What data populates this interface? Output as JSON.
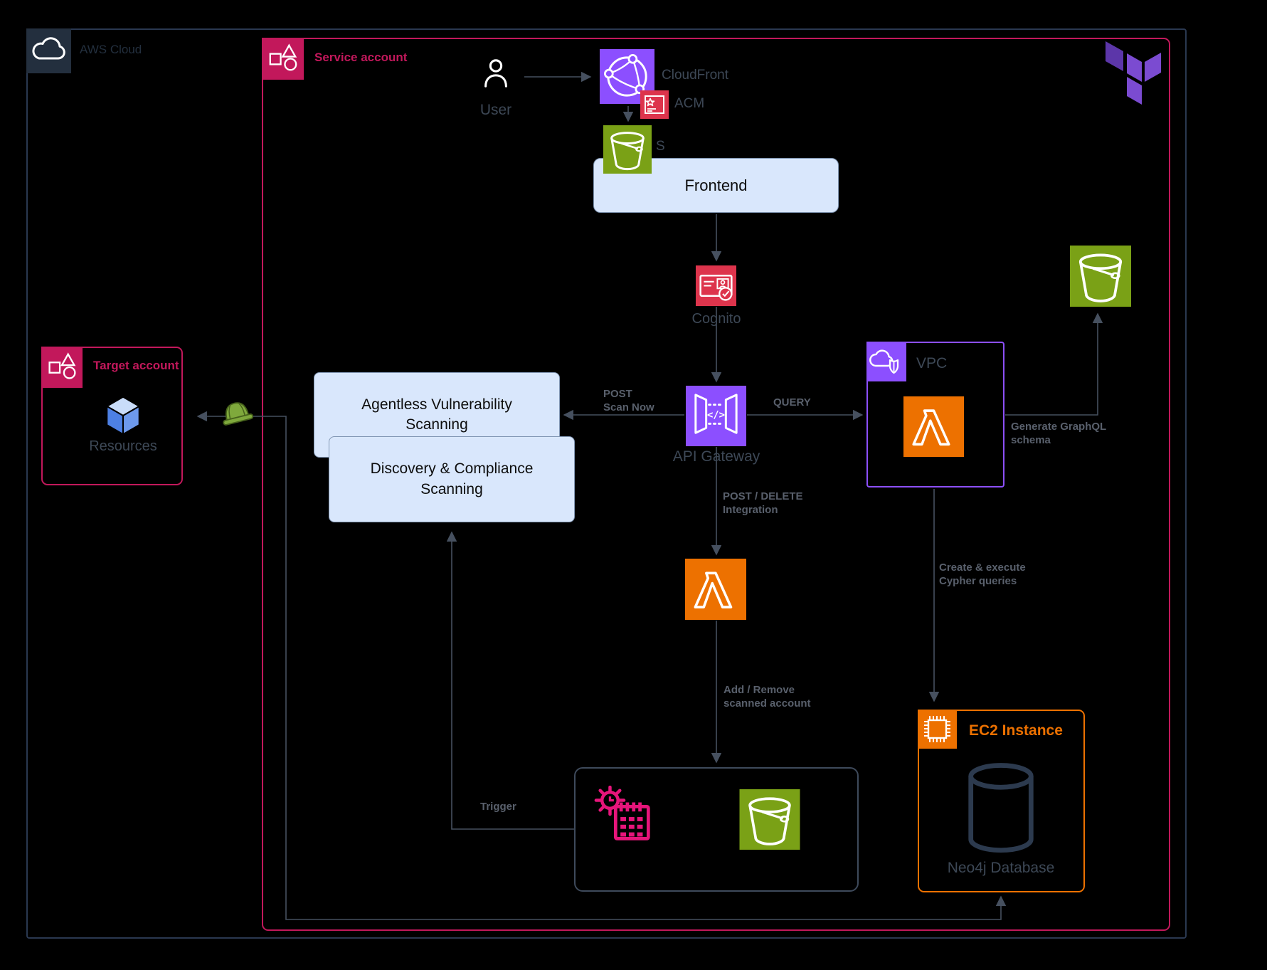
{
  "groups": {
    "aws_cloud": {
      "label": "AWS Cloud"
    },
    "service_account": {
      "label": "Service account"
    },
    "target_account": {
      "label": "Target account"
    },
    "vpc": {
      "label": "VPC"
    },
    "ec2": {
      "label": "EC2 Instance"
    }
  },
  "nodes": {
    "user": {
      "label": "User"
    },
    "cloudfront": {
      "label": "CloudFront"
    },
    "acm": {
      "label": "ACM"
    },
    "s3_frontend": {
      "label": "S"
    },
    "frontend": {
      "label": "Frontend"
    },
    "cognito": {
      "label": "Cognito"
    },
    "api_gateway": {
      "label": "API Gateway"
    },
    "agentless": {
      "label": "Agentless Vulnerability\nScanning"
    },
    "discovery": {
      "label": "Discovery & Compliance\nScanning"
    },
    "resources": {
      "label": "Resources"
    },
    "neo4j": {
      "label": "Neo4j Database"
    }
  },
  "edge_labels": {
    "post_scan_now": "POST\nScan Now",
    "query": "QUERY",
    "post_delete": "POST / DELETE\nIntegration",
    "add_remove": "Add / Remove\nscanned account",
    "generate_graphql": "Generate GraphQL\nschema",
    "cypher": "Create & execute\nCypher queries",
    "trigger": "Trigger"
  },
  "icons": {
    "aws_cloud": "cloud-outline",
    "account": "resource-group-shapes",
    "user": "person-outline",
    "cloudfront": "globe-network",
    "acm": "certificate-star",
    "s3": "bucket",
    "cognito": "id-card-check",
    "api_gateway": "gateway-doors-code",
    "vpc": "cloud-shield",
    "lambda": "lambda-glyph",
    "scheduler": "clock-sun-calendar",
    "ec2": "chip",
    "neo4j": "database-cylinder",
    "resources": "iso-cube",
    "hardhat": "construction-helmet",
    "terraform": "terraform-logo"
  },
  "colors": {
    "background": "#000000",
    "aws_purple": "#8C4FFF",
    "aws_orange": "#ED7100",
    "aws_green": "#7AA116",
    "aws_red": "#DD344C",
    "aws_pink": "#E7157B",
    "account_crimson": "#C2185B",
    "aws_dark_navy": "#232F3E",
    "edge_gray": "#46505F",
    "label_gray": "#3D4856",
    "box_blue_fill": "#D9E7FC",
    "terraform_purple": "#7B4BD1"
  }
}
